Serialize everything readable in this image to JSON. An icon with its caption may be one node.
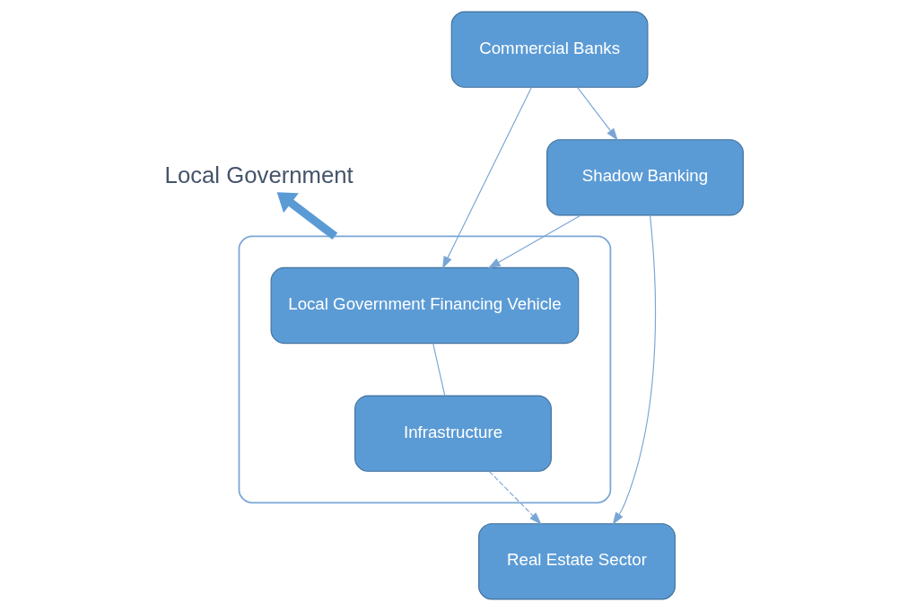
{
  "diagram": {
    "nodes": [
      {
        "text": [
          "Local Government"
        ]
      },
      {
        "text": [],
        "shape": "ellipse"
      },
      {
        "text": [
          "Commercial Banks"
        ]
      },
      {
        "text": [
          "Local Government Financing Vehicle"
        ],
        "in": 1
      },
      {
        "text": [
          "Infrastructure"
        ],
        "in": 1
      },
      {
        "text": [
          "Shadow Banking"
        ]
      },
      {
        "text": [
          "Real Estate Sector"
        ]
      }
    ],
    "edges": [
      {
        "from": 1,
        "to": 0,
        "arrow": "to",
        "style": "thick"
      },
      {
        "from": 2,
        "to": 3,
        "arrow": "to"
      },
      {
        "from": 2,
        "to": 5,
        "arrow": "to"
      },
      {
        "from": 3,
        "to": 4,
        "arrow": "none"
      },
      {
        "from": 5,
        "to": 3,
        "arrow": "to"
      },
      {
        "from": 5,
        "to": 6,
        "arrow": "to"
      },
      {
        "from": 4,
        "to": 6,
        "arrow": "to",
        "style": "dashed"
      }
    ]
  }
}
